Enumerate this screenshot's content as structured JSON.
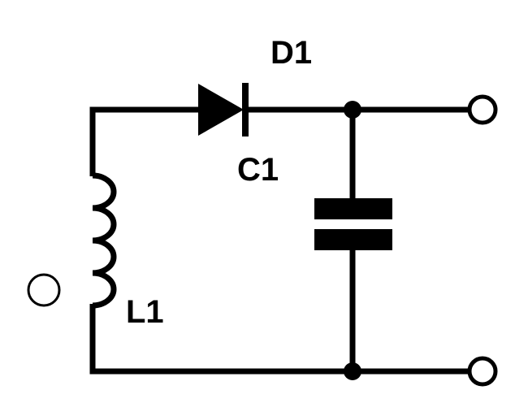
{
  "diagram": {
    "labels": {
      "diode": "D1",
      "capacitor": "C1",
      "inductor": "L1"
    },
    "colors": {
      "line": "#000000",
      "background": "#ffffff"
    }
  }
}
